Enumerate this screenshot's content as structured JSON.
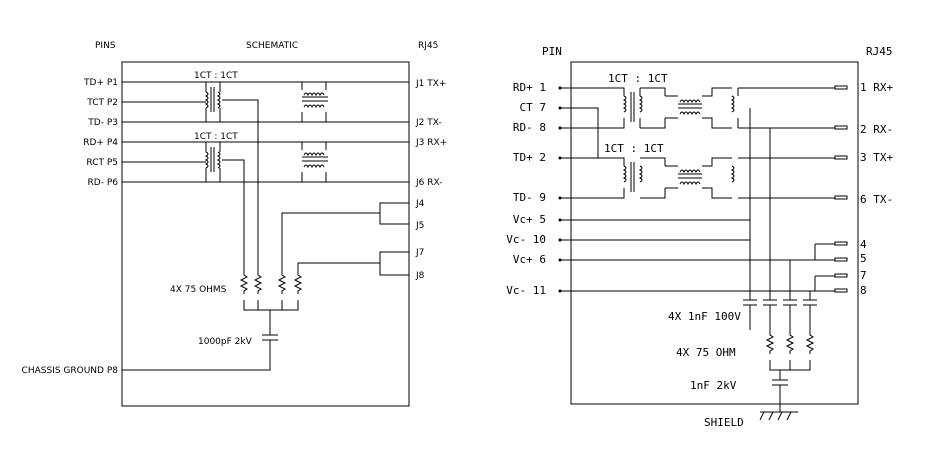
{
  "left": {
    "header_pins": "PINS",
    "header_schematic": "SCHEMATIC",
    "header_rj45": "RJ45",
    "pins": [
      "TD+ P1",
      "TCT P2",
      "TD- P3",
      "RD+ P4",
      "RCT P5",
      "RD- P6"
    ],
    "jacks": [
      "J1 TX+",
      "J2 TX-",
      "J3 RX+",
      "J6 RX-",
      "J4",
      "J5",
      "J7",
      "J8"
    ],
    "ratio_top": "1CT : 1CT",
    "ratio_bottom": "1CT : 1CT",
    "resistors_label": "4X 75 OHMS",
    "cap_label": "1000pF 2kV",
    "chassis_label": "CHASSIS GROUND P8"
  },
  "right": {
    "header_pin": "PIN",
    "header_rj45": "RJ45",
    "pins": [
      "RD+ 1",
      "CT 7",
      "RD- 8",
      "TD+ 2",
      "TD- 9",
      "Vc+ 5",
      "Vc- 10",
      "Vc+ 6",
      "Vc- 11"
    ],
    "jacks": [
      "1 RX+",
      "2 RX-",
      "3 TX+",
      "6 TX-",
      "4",
      "5",
      "7",
      "8"
    ],
    "ratio_top": "1CT : 1CT",
    "ratio_bottom": "1CT : 1CT",
    "caps_label": "4X 1nF 100V",
    "resistors_label": "4X 75 OHM",
    "cap_label": "1nF 2kV",
    "shield_label": "SHIELD"
  }
}
